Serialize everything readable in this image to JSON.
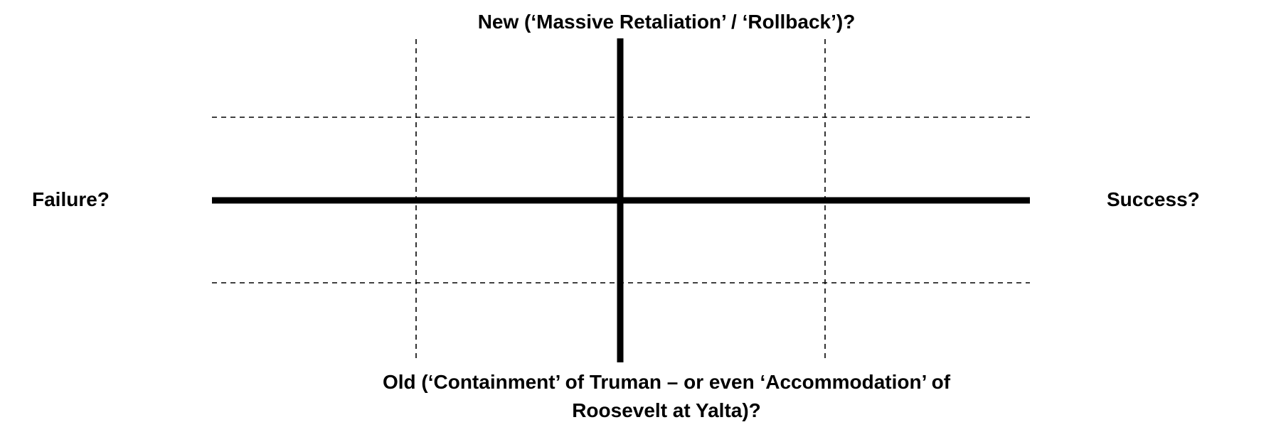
{
  "diagram": {
    "top_label": "New (‘Massive Retaliation’ / ‘Rollback’)?",
    "left_label": "Failure?",
    "right_label": "Success?",
    "bottom_label_line1": "Old (‘Containment’ of Truman – or even ‘Accommodation’ of",
    "bottom_label_line2": "Roosevelt at Yalta)?",
    "colors": {
      "axis": "#000000",
      "grid": "#000000",
      "background": "#ffffff"
    }
  }
}
